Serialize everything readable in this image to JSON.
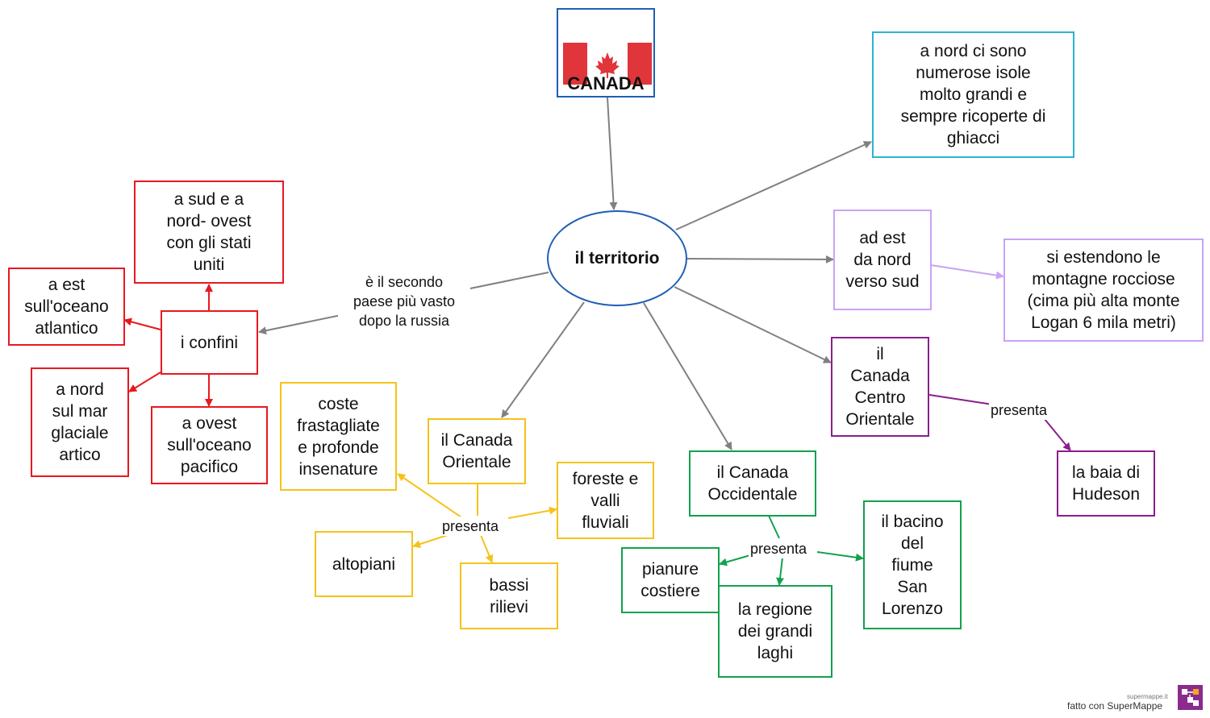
{
  "colors": {
    "red": "#e8181e",
    "yellow": "#f5c21b",
    "green": "#13a14e",
    "purple": "#8a1f8d",
    "lilac": "#c9a3f5",
    "cyan": "#2ab4cf",
    "blue": "#1f5fb5",
    "gray": "#808080"
  },
  "nodes": {
    "canada": "CANADA",
    "territorio": "il territorio",
    "isole": "a nord ci sono\nnumerose isole\nmolto grandi e\nsempre ricoperte di\nghiacci",
    "adest": "ad est\nda nord\nverso sud",
    "montagne": "si estendono le\nmontagne rocciose\n(cima più alta monte\nLogan 6 mila metri)",
    "centro": "il\nCanada\nCentro\nOrientale",
    "baia": "la baia di\nHudeson",
    "confini": "i confini",
    "sud": "a sud e a\nnord- ovest\ncon gli stati\nuniti",
    "est": "a est\nsull'oceano\natlantico",
    "nord": "a nord\nsul mar\nglaciale\nartico",
    "ovest": "a ovest\nsull'oceano\npacifico",
    "orientale": "il Canada\nOrientale",
    "coste": "coste\nfrastagliate\ne profonde\ninsenature",
    "foreste": "foreste e\nvalli\nfluviali",
    "altopiani": "altopiani",
    "bassi": "bassi\nrilievi",
    "occidentale": "il Canada\nOccidentale",
    "pianure": "pianure\ncostiere",
    "regione": "la regione\ndei grandi\nlaghi",
    "bacino": "il bacino\ndel\nfiume\nSan\nLorenzo"
  },
  "labels": {
    "secondo": "è il secondo\npaese più vasto\ndopo la russia",
    "presenta_orientale": "presenta",
    "presenta_occidentale": "presenta",
    "presenta_centro": "presenta"
  },
  "footer": {
    "site": "supermappe.it",
    "made": "fatto con SuperMappe"
  }
}
